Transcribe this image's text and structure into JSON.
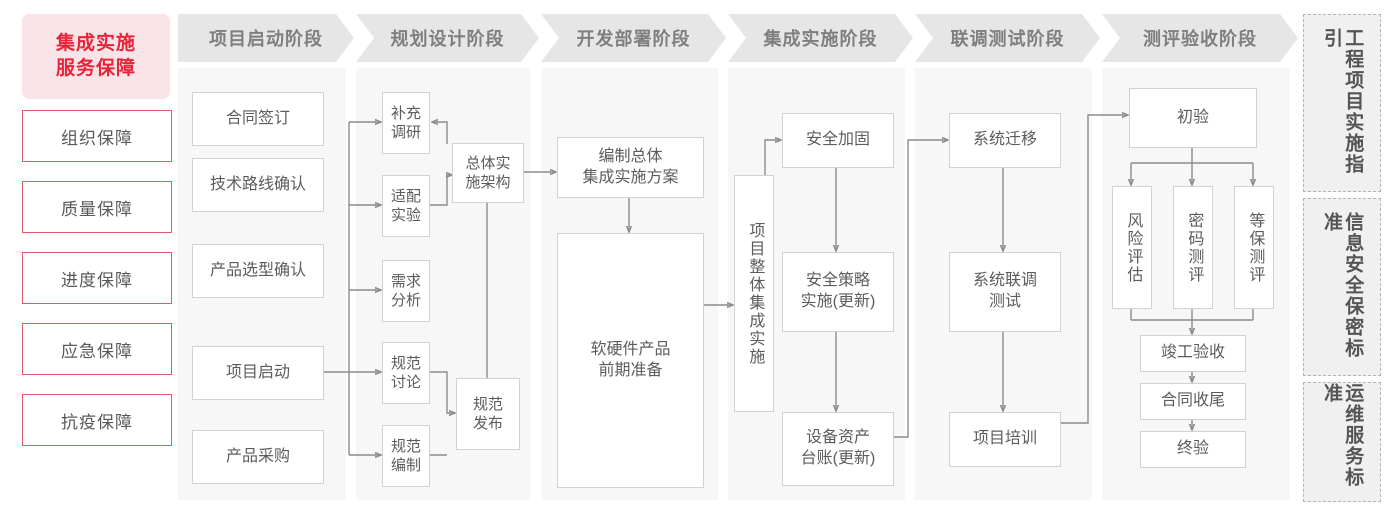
{
  "guarantee": {
    "title": "集成实施\n服务保障",
    "title_line1": "集成实施",
    "title_line2": "服务保障",
    "items": [
      {
        "label": "组织保障"
      },
      {
        "label": "质量保障"
      },
      {
        "label": "进度保障"
      },
      {
        "label": "应急保障"
      },
      {
        "label": "抗疫保障"
      }
    ],
    "accent_color": "#e8243a",
    "bg_color": "#fbe4e7",
    "border_color": "#e05a6b"
  },
  "phases": [
    {
      "id": "phase-1",
      "label": "项目启动阶段"
    },
    {
      "id": "phase-2",
      "label": "规划设计阶段"
    },
    {
      "id": "phase-3",
      "label": "开发部署阶段"
    },
    {
      "id": "phase-4",
      "label": "集成实施阶段"
    },
    {
      "id": "phase-5",
      "label": "联调测试阶段"
    },
    {
      "id": "phase-6",
      "label": "测评验收阶段"
    }
  ],
  "nodes": {
    "p1": [
      {
        "label": "合同签订"
      },
      {
        "label": "技术路线确认"
      },
      {
        "label": "产品选型确认"
      },
      {
        "label": "项目启动"
      },
      {
        "label": "产品采购"
      }
    ],
    "p2": [
      {
        "label": "补充\n调研"
      },
      {
        "label": "适配\n实验"
      },
      {
        "label": "需求\n分析"
      },
      {
        "label": "规范\n讨论"
      },
      {
        "label": "规范\n编制"
      },
      {
        "label": "总体实\n施架构"
      },
      {
        "label": "规范\n发布"
      }
    ],
    "p3": [
      {
        "label": "编制总体\n集成实施方案"
      },
      {
        "label": "软硬件产品\n前期准备"
      }
    ],
    "p4": [
      {
        "label": "项目整体集成实施"
      },
      {
        "label": "安全加固"
      },
      {
        "label": "安全策略\n实施(更新)"
      },
      {
        "label": "设备资产\n台账(更新)"
      }
    ],
    "p5": [
      {
        "label": "系统迁移"
      },
      {
        "label": "系统联调\n测试"
      },
      {
        "label": "项目培训"
      }
    ],
    "p6": [
      {
        "label": "初验"
      },
      {
        "label": "风险评估"
      },
      {
        "label": "密码测评"
      },
      {
        "label": "等保测评"
      },
      {
        "label": "竣工验收"
      },
      {
        "label": "合同收尾"
      },
      {
        "label": "终验"
      }
    ]
  },
  "standards": [
    {
      "id": "std-1",
      "label": "工程项目实施指引"
    },
    {
      "id": "std-2",
      "label": "信息安全保密标准"
    },
    {
      "id": "std-3",
      "label": "运维服务标准"
    }
  ],
  "colors": {
    "lane_bg": "#f7f7f7",
    "header_bg": "#e6e6e6",
    "header_text": "#7f7f7f",
    "box_border": "#d2d2d2",
    "box_text": "#5c5c5c",
    "wire": "#8c8c8c",
    "std_bg": "#f0f0f0",
    "std_border": "#b5b5b5"
  }
}
